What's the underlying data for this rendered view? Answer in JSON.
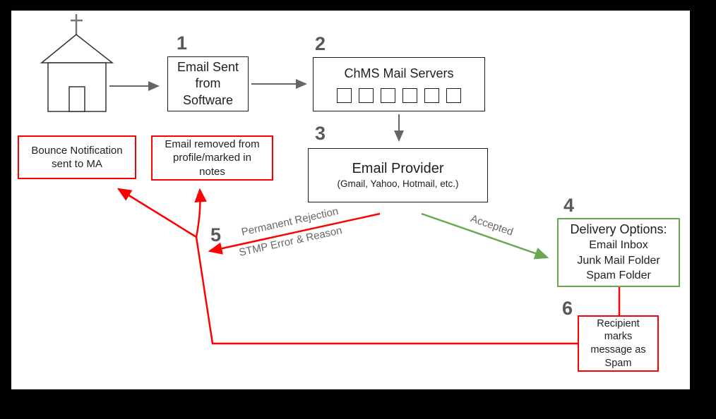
{
  "palette": {
    "red": "#fe0000",
    "green": "#6aa84f",
    "gray_arrow": "#666666",
    "number_gray": "#595959",
    "box_border_black": "#1a1a1a",
    "canvas_bg": "#ffffff",
    "frame_bg": "#000000"
  },
  "nodes": {
    "church": {
      "icon": "church-icon"
    },
    "email_sent": {
      "number": "1",
      "lines": [
        "Email Sent",
        "from",
        "Software"
      ]
    },
    "mail_servers": {
      "number": "2",
      "title": "ChMS Mail Servers",
      "server_count": "6"
    },
    "email_provider": {
      "number": "3",
      "title": "Email Provider",
      "subtitle": "(Gmail, Yahoo, Hotmail, etc.)"
    },
    "delivery_options": {
      "number": "4",
      "title": "Delivery Options:",
      "options": [
        "Email Inbox",
        "Junk Mail Folder",
        "Spam Folder"
      ]
    },
    "spam_marked": {
      "number": "6",
      "lines": [
        "Recipient",
        "marks",
        "message as",
        "Spam"
      ]
    },
    "bounce_notification": {
      "lines": [
        "Bounce Notification",
        "sent to MA"
      ]
    },
    "email_removed": {
      "lines": [
        "Email removed from",
        "profile/marked in",
        "notes"
      ]
    }
  },
  "edges": {
    "rejection": {
      "number": "5",
      "labels": [
        "Permanent Rejection",
        "STMP Error & Reason"
      ]
    },
    "accepted": {
      "label": "Accepted"
    }
  }
}
